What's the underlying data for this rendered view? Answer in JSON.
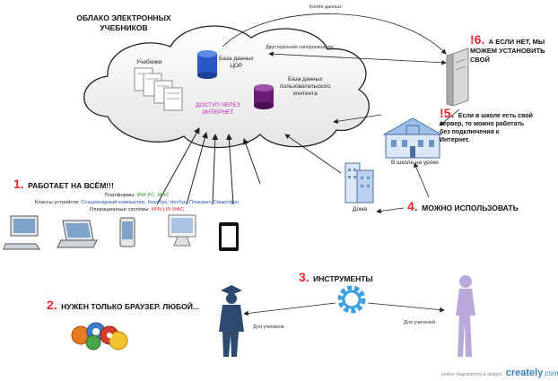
{
  "cloud": {
    "title_line1": "ОБЛАКО ЭЛЕКТРОННЫХ",
    "title_line2": "УЧЕБНИКОВ",
    "textbooks_label": "Учебники",
    "db_cor_line1": "База данных",
    "db_cor_line2": "ЦОР",
    "db_user_line1": "База данных",
    "db_user_line2": "пользовательского",
    "db_user_line3": "контента",
    "access_line1": "ДОСТУП ЧЕРЕЗ",
    "access_line2": "ИНТЕРНЕТ"
  },
  "connectors": {
    "copy_data": "Копия данных",
    "sync": "Двусторонняя синхронизация"
  },
  "points": {
    "p1": {
      "num": "1.",
      "text": "РАБОТАЕТ НА ВСЁМ!!!"
    },
    "p2": {
      "num": "2.",
      "text": "НУЖЕН ТОЛЬКО БРАУЗЕР. ЛЮБОЙ..."
    },
    "p3": {
      "num": "3.",
      "text": "ИНСТРУМЕНТЫ"
    },
    "p4": {
      "num": "4.",
      "text": "МОЖНО ИСПОЛЬЗОВАТЬ"
    },
    "p5": {
      "num": "!5.",
      "line1": "Если в школе есть свой",
      "line2": "сервер, то можно работать",
      "line3": "без подключения к",
      "line4": "Интернет."
    },
    "p6": {
      "num": "!6.",
      "line1": "А ЕСЛИ НЕТ, МЫ",
      "line2": "МОЖЕМ УСТАНОВИТЬ",
      "line3": "СВОЙ"
    }
  },
  "platforms": {
    "platforms_label": "Платформы:",
    "platforms_value": "IBM PC, MAC",
    "devices_label": "Классы устройств:",
    "devices_value": "Стационарный компьютер, Ноутбук, Нетбук, Планшет, Смартфон",
    "os_label": "Операционные системы:",
    "os_value": "WIN LIN MAC"
  },
  "places": {
    "school": "В школе на уроке",
    "home": "Дома"
  },
  "roles": {
    "students": "Для учеников",
    "teachers": "Для учителей"
  },
  "footer": {
    "tagline": "[online diagramming & design]",
    "brand": "creately",
    "brand_suffix": ".com"
  },
  "colors": {
    "accent_red": "#e8262b",
    "platform_green": "#2f8f2f",
    "device_blue": "#1f4fbf",
    "access_magenta": "#cc22cc",
    "db_blue": "#2a57c8",
    "db_purple": "#6a1c74",
    "person_blue": "#2d4a6e",
    "person_lilac": "#b9a8da"
  }
}
